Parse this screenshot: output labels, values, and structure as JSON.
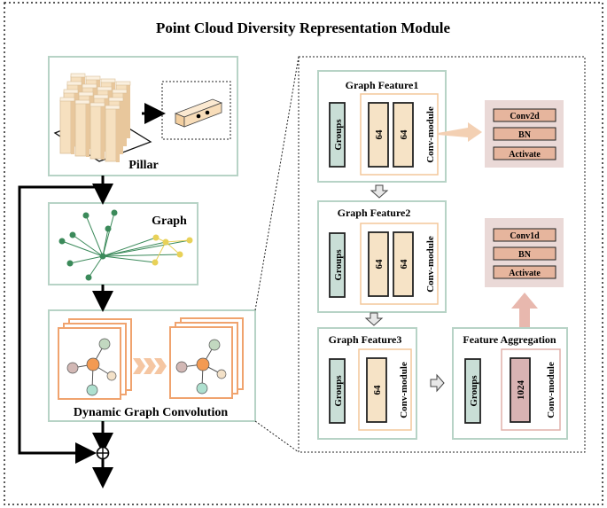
{
  "title": "Point Cloud Diversity Representation Module",
  "left": {
    "pillar_label": "Pillar",
    "graph_label": "Graph",
    "dgc_label": "Dynamic Graph Convolution"
  },
  "right": {
    "gf1": {
      "title": "Graph Feature1",
      "groups": "Groups",
      "bar1": "64",
      "bar2": "64",
      "module": "Conv-module"
    },
    "gf2": {
      "title": "Graph Feature2",
      "groups": "Groups",
      "bar1": "64",
      "bar2": "64",
      "module": "Conv-module"
    },
    "gf3": {
      "title": "Graph Feature3",
      "groups": "Groups",
      "bar1": "64",
      "module": "Conv-module"
    },
    "fa": {
      "title": "Feature Aggregation",
      "groups": "Groups",
      "bar1": "1024",
      "module": "Conv-module"
    },
    "conv2d_stack": {
      "l1": "Conv2d",
      "l2": "BN",
      "l3": "Activate"
    },
    "conv1d_stack": {
      "l1": "Conv1d",
      "l2": "BN",
      "l3": "Activate"
    }
  },
  "colors": {
    "panel_border": "#b7d3c6",
    "groups_fill": "#c9ded6",
    "bar_fill": "#f6e3c6",
    "bar_1024_fill": "#d9b3b3",
    "module_border": "#f3c79a",
    "stack_fill": "#ead9d7",
    "stack_item": "#e6b59d",
    "pink_arrow": "#e8b8ae",
    "peach_arrow": "#f3d0b3",
    "green_node": "#3b8a5a",
    "yellow_node": "#e8d158",
    "orange_node": "#f39a52"
  },
  "icons": {
    "pillar_image": "pillar-columns-illustration",
    "single_pillar": "single-pillar-icon",
    "graph_image": "graph-network-icon",
    "dgc_image": "dynamic-graph-cards-icon",
    "sum_node": "circled-plus-icon"
  }
}
